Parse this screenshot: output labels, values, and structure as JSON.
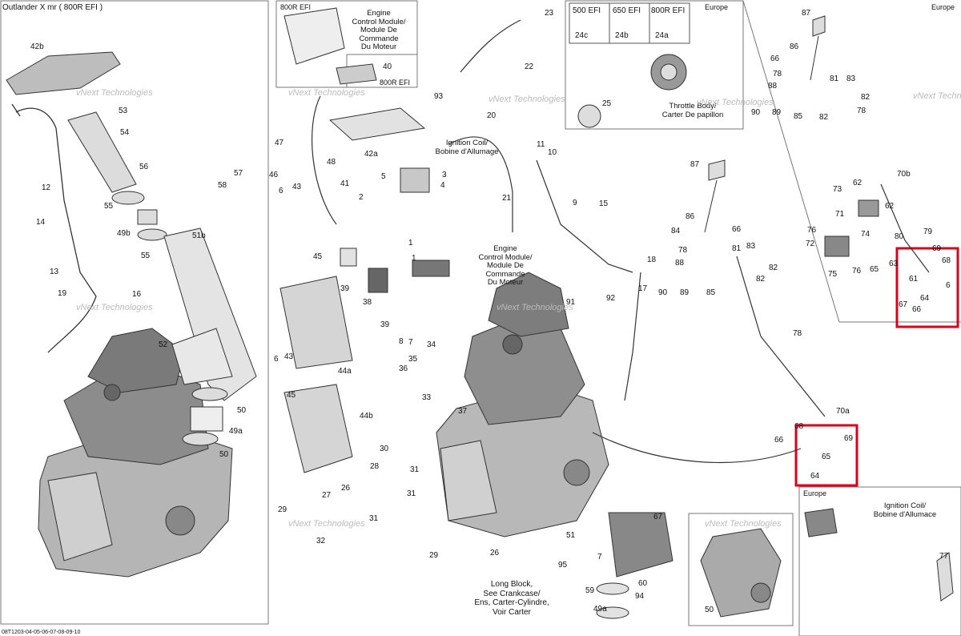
{
  "header_title": "Outlander X mr ( 800R EFI )",
  "footer_code": "08T1203-04-05-06-07-08-09-10",
  "watermark": "vNext Technologies",
  "top_inset": {
    "label_800r": "800R EFI",
    "ecm_note": "Engine\nControl Module/\nModule De\nCommande\nDu Moteur",
    "callout_40": "40",
    "label_800r_b": "800R EFI"
  },
  "efi_table": {
    "cols": [
      {
        "head": "500 EFI",
        "part": "24c"
      },
      {
        "head": "650 EFI",
        "part": "24b"
      },
      {
        "head": "800R EFI",
        "part": "24a"
      }
    ]
  },
  "europe_top": "Europe",
  "europe_right": "Europe",
  "europe_bottom": "Europe",
  "throttle_body": "Throttle Body/\nCarter De papillon",
  "ignition_coil": "Ignition Coil/\nBobine d'Allumage",
  "ignition_coil_b": "Ignition Coil/\nBobine d'Allumace",
  "ecm_center": "Engine\nControl Module/\nModule De\nCommande\nDu Moteur",
  "long_block": "Long Block,\nSee Crankcase/\nEns, Carter-Cylindre,\nVoir Carter",
  "accent_red": "#d9001b",
  "left_callouts": [
    "42b",
    "53",
    "54",
    "12",
    "56",
    "55",
    "57",
    "58",
    "14",
    "49b",
    "51b",
    "55",
    "13",
    "19",
    "16",
    "52",
    "50",
    "49a",
    "50"
  ],
  "center_callouts": [
    "47",
    "48",
    "46",
    "43",
    "6",
    "41",
    "42a",
    "3",
    "4",
    "5",
    "2",
    "45",
    "39",
    "38",
    "39",
    "44a",
    "6",
    "43",
    "45",
    "44b",
    "1",
    "1",
    "7",
    "8",
    "35",
    "36",
    "34",
    "33",
    "37",
    "30",
    "28",
    "31",
    "31",
    "26",
    "27",
    "31",
    "29",
    "32",
    "29",
    "26",
    "93",
    "20",
    "23",
    "22",
    "21",
    "11",
    "10",
    "9",
    "15",
    "18",
    "17",
    "91",
    "92",
    "25",
    "90",
    "89",
    "88",
    "85",
    "78",
    "66",
    "86",
    "87",
    "81",
    "84",
    "83",
    "82",
    "82",
    "78",
    "70a",
    "69",
    "68",
    "66",
    "65",
    "64",
    "67",
    "51",
    "95",
    "94",
    "60",
    "59",
    "49a",
    "50",
    "7",
    "50"
  ],
  "right_callouts": [
    "87",
    "86",
    "66",
    "78",
    "81",
    "83",
    "88",
    "82",
    "90",
    "89",
    "85",
    "82",
    "78",
    "70b",
    "73",
    "62",
    "71",
    "62",
    "74",
    "76",
    "72",
    "75",
    "76",
    "80",
    "79",
    "69",
    "65",
    "63",
    "61",
    "64",
    "68",
    "67",
    "66",
    "6",
    "77"
  ]
}
